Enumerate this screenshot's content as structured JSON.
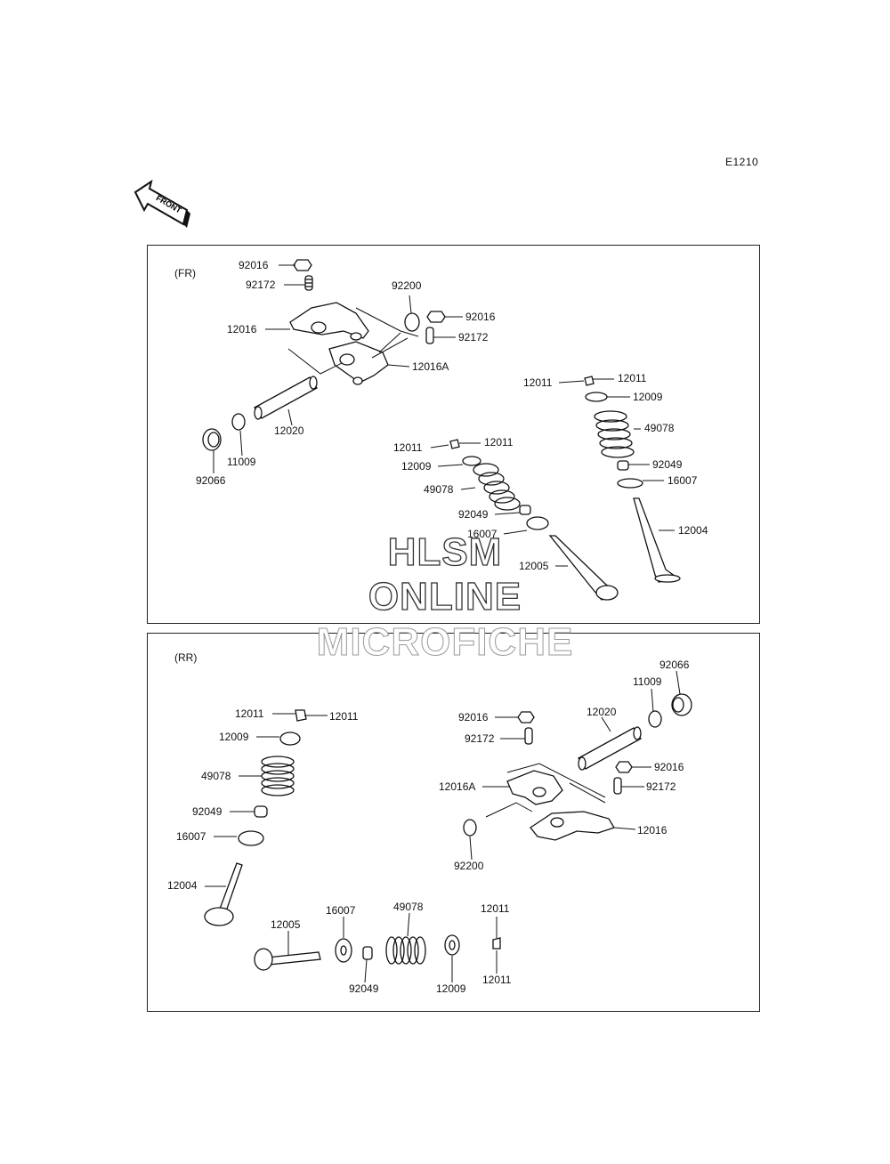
{
  "diagram_code": "E1210",
  "front_arrow_text": "FRONT",
  "panels": {
    "fr": {
      "label": "(FR)"
    },
    "rr": {
      "label": "(RR)"
    }
  },
  "watermark": {
    "line1": "HLSM",
    "line2": "ONLINE",
    "line3": "MICROFICHE"
  },
  "labels": [
    "92016",
    "92172",
    "92200",
    "92016",
    "92172",
    "12016",
    "12016A",
    "12020",
    "11009",
    "92066",
    "12011",
    "12011",
    "12009",
    "49078",
    "92049",
    "16007",
    "12004",
    "12011",
    "12011",
    "12009",
    "49078",
    "92049",
    "16007",
    "12005",
    "92066",
    "11009",
    "12020",
    "92016",
    "92172",
    "92016",
    "92172",
    "12016A",
    "12016",
    "92200",
    "12011",
    "12011",
    "12009",
    "49078",
    "92049",
    "16007",
    "12004",
    "12005",
    "16007",
    "49078",
    "12011",
    "92049",
    "12009",
    "12011"
  ]
}
